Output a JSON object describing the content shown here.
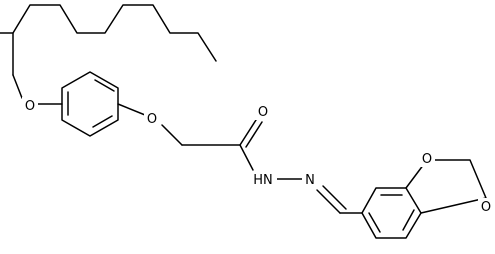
{
  "molecule": {
    "atoms": {
      "o_ether_left": "O",
      "o_ether_right": "O",
      "o_carbonyl": "O",
      "hn": "HN",
      "n_imine": "N",
      "o_dioxole_top": "O",
      "o_dioxole_bottom": "O"
    }
  },
  "colors": {
    "bond": "#000000",
    "label": "#000000",
    "background": "#ffffff"
  }
}
